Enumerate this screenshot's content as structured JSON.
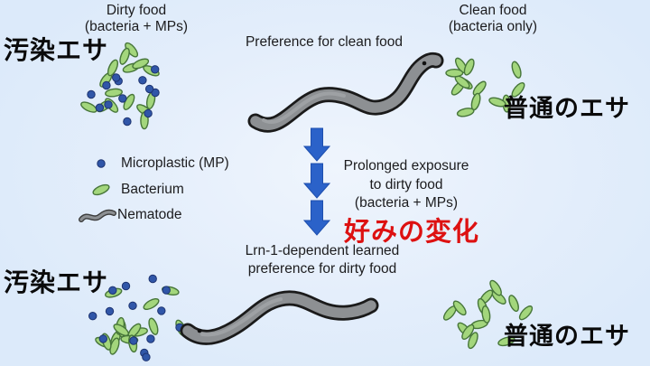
{
  "panels": {
    "top_left": {
      "title": "Dirty food",
      "subtitle": "(bacteria + MPs)",
      "jp_label": "汚染エサ"
    },
    "top_right": {
      "title": "Clean food",
      "subtitle": "(bacteria only)",
      "jp_label": "普通のエサ"
    },
    "bottom_left": {
      "jp_label": "汚染エサ"
    },
    "bottom_right": {
      "jp_label": "普通のエサ"
    }
  },
  "captions": {
    "top": "Preference for clean food",
    "middle_line1": "Prolonged exposure",
    "middle_line2": "to dirty food",
    "middle_line3": "(bacteria + MPs)",
    "middle_jp": "好みの変化",
    "bottom_line1": "Lrn-1-dependent learned",
    "bottom_line2": "preference for dirty food"
  },
  "legend": {
    "items": [
      {
        "icon": "microplastic-icon",
        "label": "Microplastic (MP)"
      },
      {
        "icon": "bacterium-icon",
        "label": "Bacterium"
      },
      {
        "icon": "nematode-icon",
        "label": "Nematode"
      }
    ]
  },
  "clusters": [
    {
      "id": "dirty-food-cluster-top",
      "bacteria": 15,
      "microplastics": 13
    },
    {
      "id": "clean-food-cluster-top",
      "bacteria": 13,
      "microplastics": 0
    },
    {
      "id": "dirty-food-cluster-bottom",
      "bacteria": 16,
      "microplastics": 14
    },
    {
      "id": "clean-food-cluster-bottom",
      "bacteria": 14,
      "microplastics": 0
    }
  ],
  "colors": {
    "background": "#e0ecfa",
    "microplastic": "#3056a8",
    "bacterium": "#a3d67c",
    "bacterium_outline": "#47763a",
    "nematode_body": "#8d9093",
    "nematode_outline": "#1a1a1a",
    "arrow_blue": "#2b62c9",
    "highlight_red": "#dd1111",
    "text": "#1c1c1e"
  }
}
